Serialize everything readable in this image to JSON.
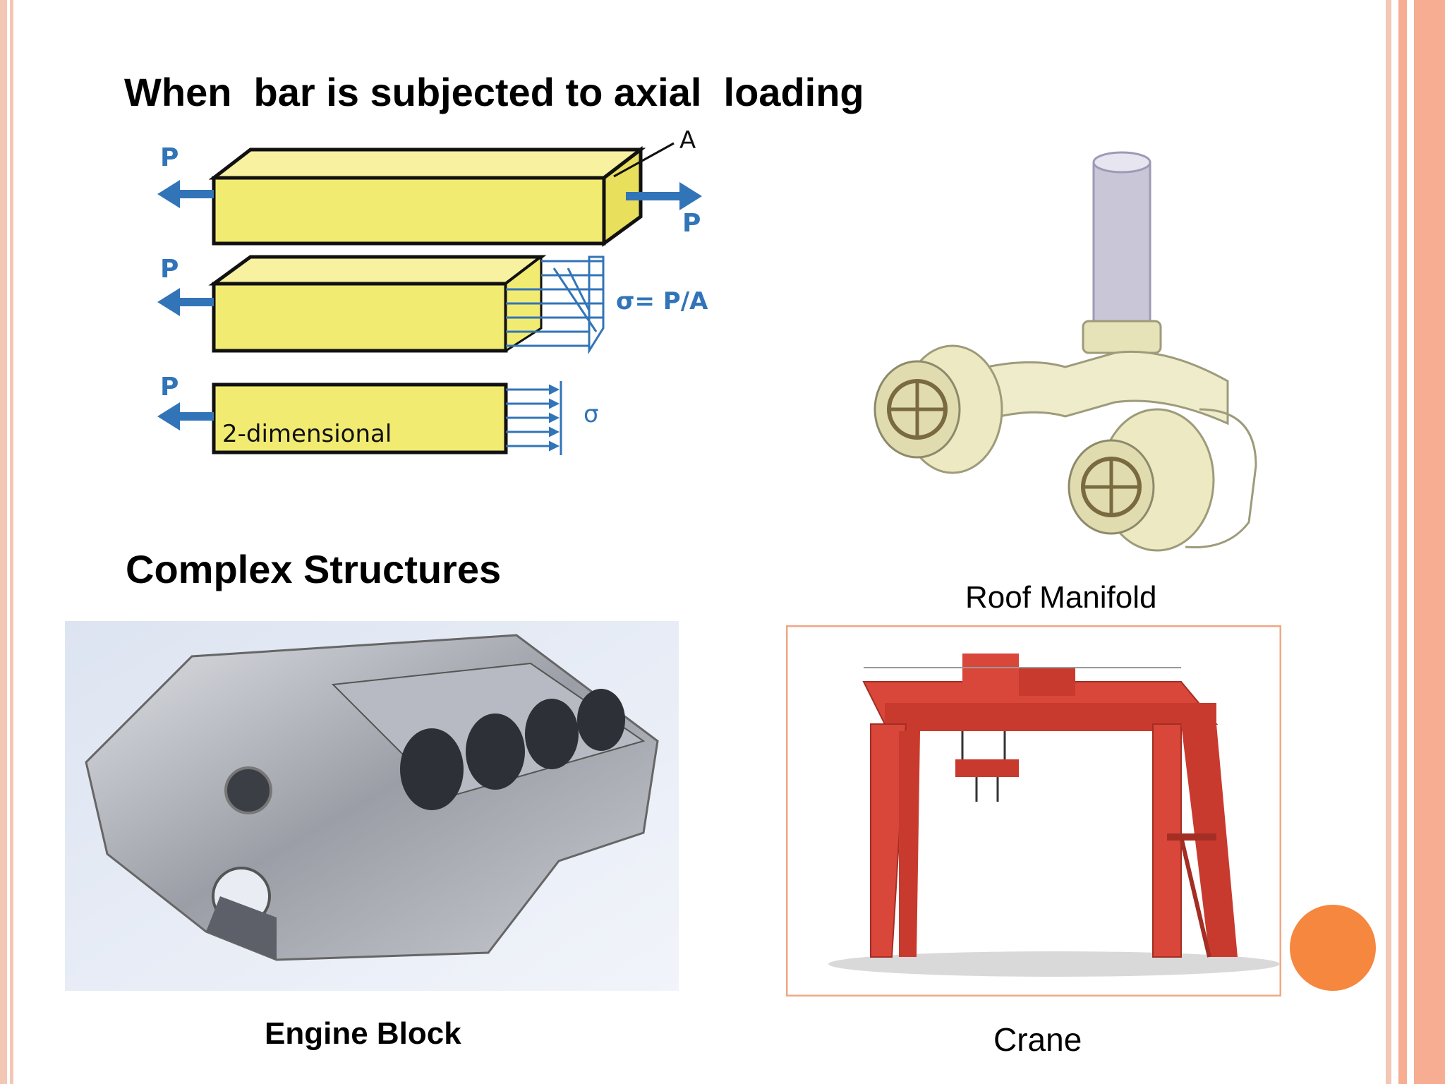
{
  "slide": {
    "heading_axial": "When  bar is subjected to axial  loading",
    "heading_complex": "Complex Structures",
    "caption_manifold": "Roof Manifold",
    "caption_engine": "Engine Block",
    "caption_crane": "Crane"
  },
  "diagram": {
    "load_label": "P",
    "area_label": "A",
    "stress_formula": "σ= P/A",
    "stress_symbol": "σ",
    "two_d_label": "2-dimensional"
  },
  "colors": {
    "accent_orange": "#f5873f",
    "bar_yellow": "#f1eb72",
    "arrow_blue": "#3274b8",
    "crane_red": "#d9473a"
  }
}
